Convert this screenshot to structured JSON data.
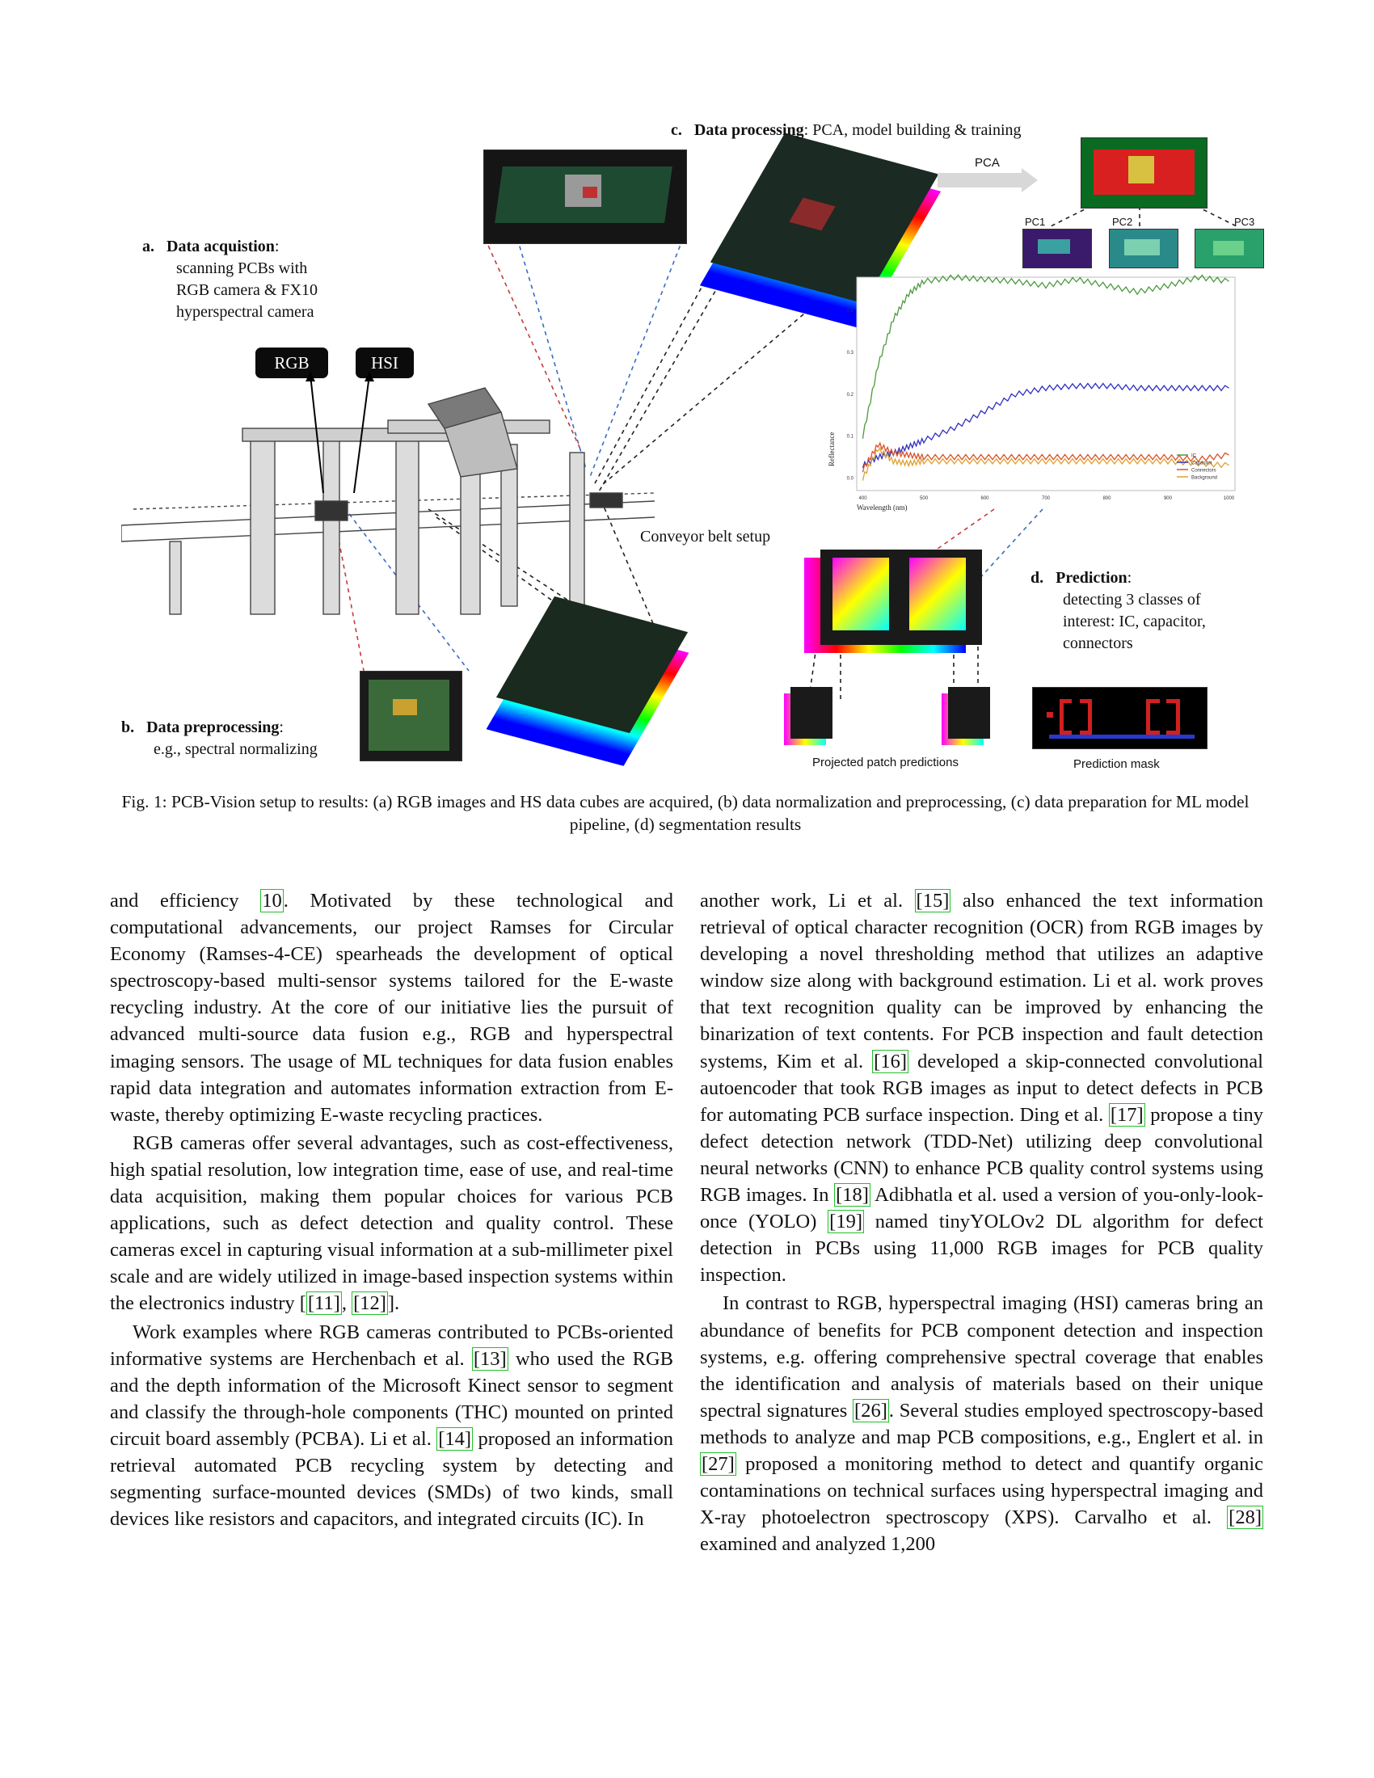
{
  "figure": {
    "label_a": {
      "letter": "a.",
      "title": "Data acquistion",
      "lines": [
        "scanning PCBs with",
        "RGB camera & FX10",
        "hyperspectral camera"
      ]
    },
    "label_b": {
      "letter": "b.",
      "title": "Data preprocessing",
      "lines": [
        "e.g., spectral normalizing"
      ]
    },
    "label_c": {
      "letter": "c.",
      "title": "Data processing",
      "rest": ": PCA, model building & training"
    },
    "label_d": {
      "letter": "d.",
      "title": "Prediction",
      "lines": [
        "detecting 3 classes of",
        "interest: IC, capacitor,",
        "connectors"
      ]
    },
    "badge_rgb": "RGB",
    "badge_hsi": "HSI",
    "conveyor_label": "Conveyor belt setup",
    "pca_arrow": "PCA",
    "pc_labels": [
      "PC1",
      "PC2",
      "PC3"
    ],
    "projected_label": "Projected patch predictions",
    "mask_label": "Prediction mask",
    "caption": "Fig. 1: PCB-Vision setup to results: (a) RGB images and HS data cubes are acquired, (b) data normalization and preprocessing, (c) data preparation for ML model pipeline, (d) segmentation results"
  },
  "chart_data": {
    "type": "line",
    "xlabel": "Wavelength (nm)",
    "ylabel": "Reflectance",
    "xlim": [
      390,
      1010
    ],
    "ylim": [
      -0.03,
      0.48
    ],
    "x_ticks": [
      "400",
      "500",
      "600",
      "700",
      "800",
      "900",
      "1000"
    ],
    "y_ticks": [
      "0.0",
      "0.1",
      "0.2",
      "0.3",
      "0.4"
    ],
    "x": [
      400,
      425,
      450,
      475,
      500,
      550,
      600,
      650,
      700,
      750,
      800,
      850,
      900,
      950,
      1000
    ],
    "series": [
      {
        "name": "IC",
        "color": "#4a9a3c",
        "values": [
          0.1,
          0.27,
          0.38,
          0.44,
          0.47,
          0.48,
          0.475,
          0.47,
          0.46,
          0.475,
          0.46,
          0.445,
          0.46,
          0.48,
          0.47
        ]
      },
      {
        "name": "Capacitor",
        "color": "#2f2fc0",
        "values": [
          0.03,
          0.05,
          0.06,
          0.075,
          0.09,
          0.12,
          0.16,
          0.2,
          0.215,
          0.22,
          0.22,
          0.215,
          0.215,
          0.215,
          0.215
        ]
      },
      {
        "name": "Connectors",
        "color": "#d8532a",
        "values": [
          0.02,
          0.08,
          0.06,
          0.055,
          0.05,
          0.05,
          0.05,
          0.05,
          0.05,
          0.05,
          0.05,
          0.05,
          0.05,
          0.045,
          0.055
        ]
      },
      {
        "name": "Background",
        "color": "#e0a030",
        "values": [
          0.0,
          0.07,
          0.04,
          0.035,
          0.04,
          0.04,
          0.04,
          0.04,
          0.04,
          0.04,
          0.04,
          0.04,
          0.04,
          0.035,
          0.03
        ]
      }
    ],
    "legend": "bottom-right"
  },
  "body": {
    "left": [
      [
        "and efficiency ",
        {
          "ref": "10"
        },
        ". Motivated by these technological and computational advancements, our project Ramses for Circular Economy (Ramses-4-CE) spearheads the development of optical spectroscopy-based multi-sensor systems tailored for the E-waste recycling industry. At the core of our initiative lies the pursuit of advanced multi-source data fusion e.g., RGB and hyperspectral imaging sensors. The usage of ML techniques for data fusion enables rapid data integration and automates information extraction from E-waste, thereby optimizing E-waste recycling practices."
      ],
      [
        "RGB cameras offer several advantages, such as cost-effectiveness, high spatial resolution, low integration time, ease of use, and real-time data acquisition, making them popular choices for various PCB applications, such as defect detection and quality control. These cameras excel in capturing visual information at a sub-millimeter pixel scale and are widely utilized in image-based inspection systems within the electronics industry [",
        {
          "ref": "[11]"
        },
        ", ",
        {
          "ref": "[12]"
        },
        "]."
      ],
      [
        "Work examples where RGB cameras contributed to PCBs-oriented informative systems are Herchenbach et al. ",
        {
          "ref": "[13]"
        },
        " who used the RGB and the depth information of the Microsoft Kinect sensor to segment and classify the through-hole components (THC) mounted on printed circuit board assembly (PCBA). Li et al. ",
        {
          "ref": "[14]"
        },
        " proposed an information retrieval automated PCB recycling system by detecting and segmenting surface-mounted devices (SMDs) of two kinds, small devices like resistors and capacitors, and integrated circuits (IC). In"
      ]
    ],
    "right": [
      [
        "another work, Li et al. ",
        {
          "ref": "[15]"
        },
        " also enhanced the text information retrieval of optical character recognition (OCR) from RGB images by developing a novel thresholding method that utilizes an adaptive window size along with background estimation. Li et al. work proves that text recognition quality can be improved by enhancing the binarization of text contents. For PCB inspection and fault detection systems, Kim et al. ",
        {
          "ref": "[16]"
        },
        " developed a skip-connected convolutional autoencoder that took RGB images as input to detect defects in PCB for automating PCB surface inspection. Ding et al. ",
        {
          "ref": "[17]"
        },
        " propose a tiny defect detection network (TDD-Net) utilizing deep convolutional neural networks (CNN) to enhance PCB quality control systems using RGB images. In ",
        {
          "ref": "[18]"
        },
        " Adibhatla et al. used a version of you-only-look-once (YOLO) ",
        {
          "ref": "[19]"
        },
        " named tinyYOLOv2 DL algorithm for defect detection in PCBs using 11,000 RGB images for PCB quality inspection."
      ],
      [
        "In contrast to RGB, hyperspectral imaging (HSI) cameras bring an abundance of benefits for PCB component detection and inspection systems, e.g. offering comprehensive spectral coverage that enables the identification and analysis of materials based on their unique spectral signatures ",
        {
          "ref": "[26]"
        },
        ". Several studies employed spectroscopy-based methods to analyze and map PCB compositions, e.g., Englert et al. in ",
        {
          "ref": "[27]"
        },
        " proposed a monitoring method to detect and quantify organic contaminations on technical surfaces using hyperspectral imaging and X-ray photoelectron spectroscopy (XPS). Carvalho et al. ",
        {
          "ref": "[28]"
        },
        " examined and analyzed 1,200"
      ]
    ]
  }
}
